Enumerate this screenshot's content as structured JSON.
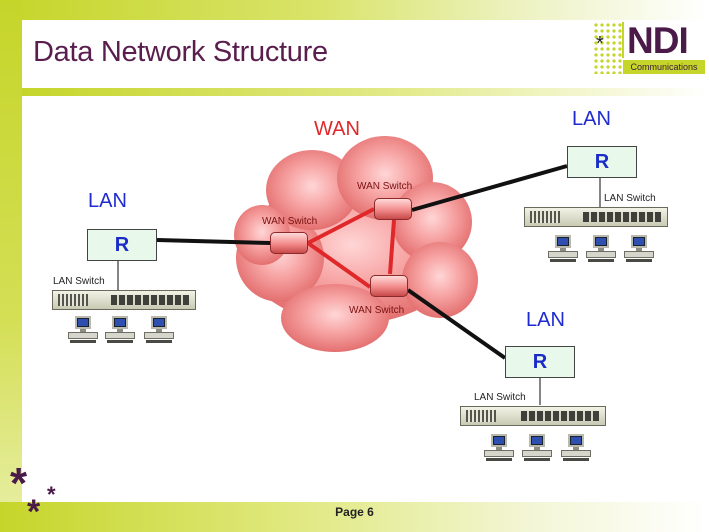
{
  "slide": {
    "title": "Data Network Structure",
    "page": "Page 6",
    "logo": {
      "text": "NDI",
      "sub": "Communications",
      "star": "*"
    }
  },
  "decor": {
    "star": "*"
  },
  "diagram": {
    "wan_label": "WAN",
    "cloud_color": "#f08a8a",
    "wan_link_color": "#e0282a",
    "lan_label_color": "#1f2bd0",
    "wan_switches": [
      {
        "id": "w1",
        "label": "WAN Switch"
      },
      {
        "id": "w2",
        "label": "WAN Switch"
      },
      {
        "id": "w3",
        "label": "WAN Switch"
      }
    ],
    "wan_links": [
      [
        "w1",
        "w2"
      ],
      [
        "w1",
        "w3"
      ],
      [
        "w2",
        "w3"
      ]
    ],
    "lans": [
      {
        "id": "left",
        "label": "LAN",
        "router": "R",
        "switch_label": "LAN Switch",
        "pcs": 3,
        "uplink": "w1"
      },
      {
        "id": "right",
        "label": "LAN",
        "router": "R",
        "switch_label": "LAN Switch",
        "pcs": 3,
        "uplink": "w2"
      },
      {
        "id": "bottom",
        "label": "LAN",
        "router": "R",
        "switch_label": "LAN Switch",
        "pcs": 3,
        "uplink": "w3"
      }
    ]
  }
}
